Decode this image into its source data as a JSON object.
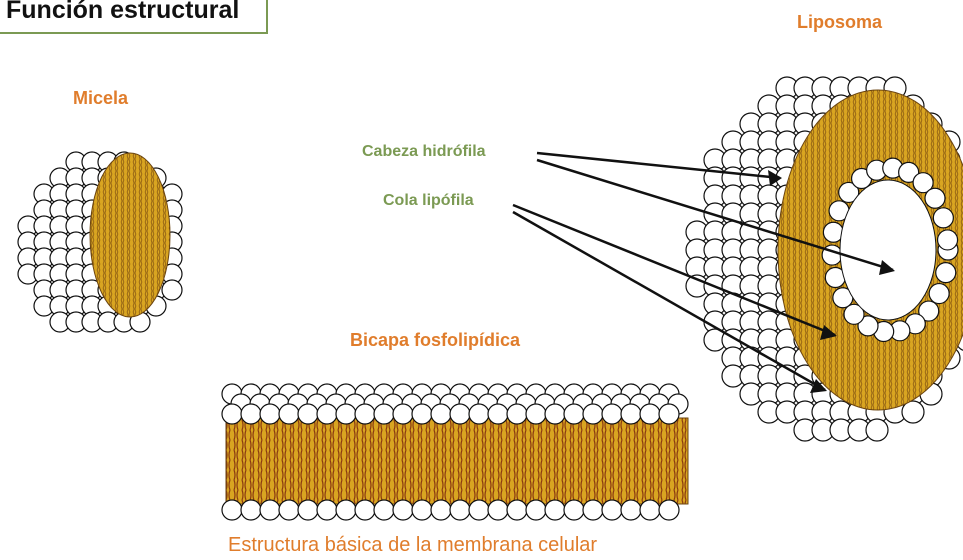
{
  "title": "Función estructural",
  "labels": {
    "micela": "Micela",
    "liposoma": "Liposoma",
    "bicapa": "Bicapa fosfolipídica",
    "cabeza": "Cabeza hidrófila",
    "cola": "Cola lipófila"
  },
  "caption": "Estructura básica de la membrana celular",
  "colors": {
    "label_orange": "#e07d2c",
    "label_green": "#7b9a53",
    "tail_gold": "#d9a521",
    "tail_dark": "#8a5a12",
    "head_fill": "#ffffff",
    "outline": "#111111"
  }
}
